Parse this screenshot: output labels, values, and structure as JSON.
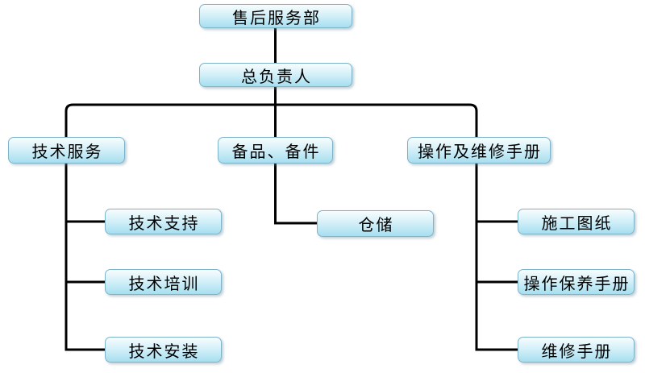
{
  "org": {
    "root": "售后服务部",
    "manager": "总负责人",
    "branches": [
      {
        "label": "技术服务",
        "children": [
          "技术支持",
          "技术培训",
          "技术安装"
        ]
      },
      {
        "label": "备品、备件",
        "children": [
          "仓储"
        ]
      },
      {
        "label": "操作及维修手册",
        "children": [
          "施工图纸",
          "操作保养手册",
          "维修手册"
        ]
      }
    ]
  },
  "colors": {
    "node_border": "#7fb3c8",
    "node_grad_top": "#f7fdfe",
    "node_grad_mid": "#d3eff8",
    "node_grad_bottom": "#a6dff0",
    "line_color": "#000000",
    "text_color": "#000000",
    "background": "#ffffff"
  }
}
